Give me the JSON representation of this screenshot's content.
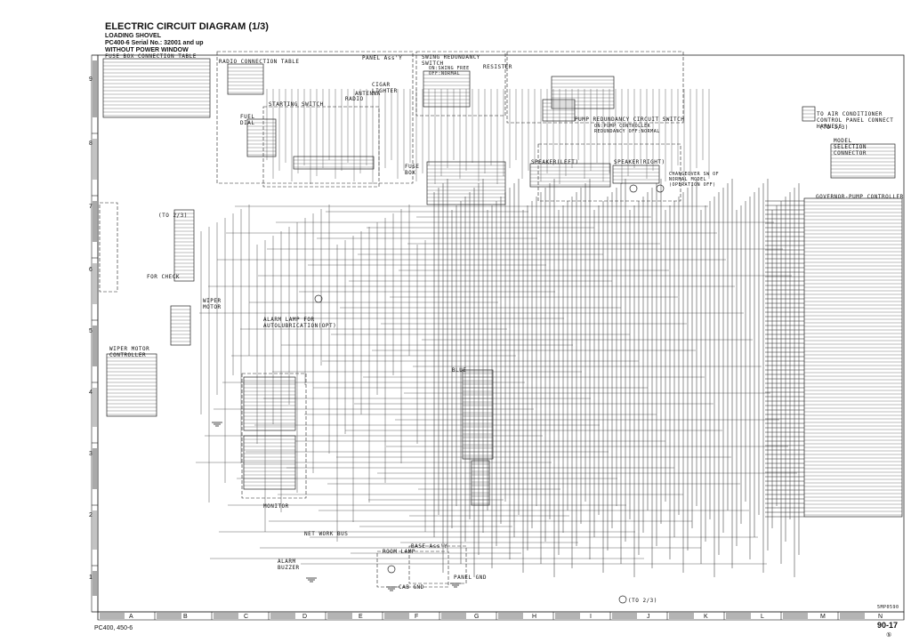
{
  "header": {
    "title": "ELECTRIC CIRCUIT DIAGRAM (1/3)",
    "line1": "LOADING SHOVEL",
    "line2": "PC400-6 Serial No.: 32001 and up",
    "line3": "WITHOUT POWER WINDOW"
  },
  "labels": {
    "fuse_box_table": "FUSE BOX CONNECTION TABLE",
    "radio_table": "RADIO CONNECTION TABLE",
    "panel_assy": "PANEL Ass'Y",
    "swing_redundancy": "SWING REDUNDANCY SWITCH",
    "swing_free": "ON:SWING FREE OFF:NORMAL",
    "resister": "RESISTER",
    "cigar_lighter": "CIGAR LIGHTER",
    "antenna": "ANTENNA",
    "radio": "RADIO",
    "starting_switch": "STARTING SWITCH",
    "fuel_dial": "FUEL DIAL",
    "pump_redundancy": "PUMP REDUNDANCY CIRCUIT SWITCH",
    "pump_redundancy_sub": "ON:PUMP CONTROLLER REDUNDANCY OFF:NORMAL",
    "to_aircon": "TO AIR CONDITIONER CONTROL PANEL CONNECT HARNESS",
    "to_aircon_ref": "(TO 3/3)",
    "model_selection": "MODEL SELECTION CONNECTOR",
    "fuse_box": "FUSE BOX",
    "speaker_left": "SPEAKER(LEFT)",
    "speaker_right": "SPEAKER(RIGHT)",
    "changeover": "CHANGEOVER SW OF NORMAL MODEL (OPERATION OFF)",
    "governor_pump": "GOVERNOR-PUMP CONTROLLER",
    "to_2_3": "(TO 2/3)",
    "for_check": "FOR CHECK",
    "wiper_motor": "WIPER MOTOR",
    "alarm_lamp": "ALARM LAMP FOR AUTOLUBRICATION(OPT)",
    "wiper_controller": "WIPER MOTOR CONTROLLER",
    "monitor": "MONITOR",
    "network_bus": "NET WORK BUS",
    "base_assy": "BASE Ass'Y",
    "room_lamp": "ROOM LAMP",
    "alarm_buzzer": "ALARM BUZZER",
    "cab_gnd": "CAB GND",
    "panel_gnd": "PANEL GND",
    "blue": "BLUE",
    "to_2_3_bottom": "(TO 2/3)",
    "figure_code": "5MP0590"
  },
  "rows": [
    "9",
    "8",
    "7",
    "6",
    "5",
    "4",
    "3",
    "2",
    "1"
  ],
  "columns": [
    "A",
    "B",
    "C",
    "D",
    "E",
    "F",
    "G",
    "H",
    "I",
    "J",
    "K",
    "L",
    "M",
    "N"
  ],
  "footer": {
    "model": "PC400, 450-6",
    "page": "90-17",
    "rev": "⑤"
  }
}
